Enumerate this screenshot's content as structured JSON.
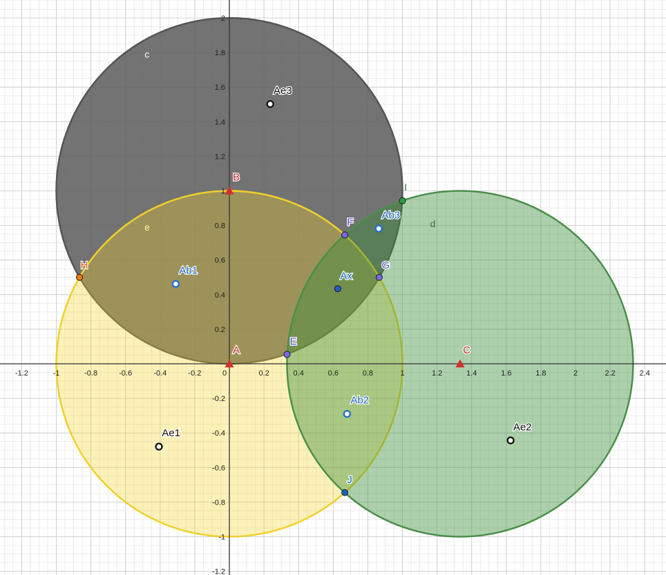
{
  "axes": {
    "xlim": [
      -1.33,
      2.55
    ],
    "ylim": [
      -1.21,
      2.11
    ],
    "major_step": 0.2,
    "minor_step": 0.05,
    "x_ticks": [
      "-1.2",
      "-1",
      "-0.8",
      "-0.6",
      "-0.4",
      "-0.2",
      "0",
      "0.2",
      "0.4",
      "0.6",
      "0.8",
      "1",
      "1.2",
      "1.4",
      "1.6",
      "1.8",
      "2",
      "2.2",
      "2.4"
    ],
    "y_ticks": [
      "-1.2",
      "-1",
      "-0.8",
      "-0.6",
      "-0.4",
      "-0.2",
      "0.2",
      "0.4",
      "0.6",
      "0.8",
      "1",
      "1.2",
      "1.4",
      "1.6",
      "1.8",
      "2"
    ],
    "grid": true
  },
  "circles": [
    {
      "name": "c",
      "label": "c",
      "cx": 0,
      "cy": 1,
      "r": 1,
      "fill": "#606060",
      "fill_opacity": 0.88,
      "stroke": "#555555",
      "label_pos": [
        -0.49,
        1.79
      ],
      "label_color": "#ffffff"
    },
    {
      "name": "e",
      "label": "e",
      "cx": 0,
      "cy": 0,
      "r": 1,
      "fill": "#f7d826",
      "fill_opacity": 0.32,
      "stroke": "#f0d02c",
      "label_pos": [
        -0.49,
        0.79
      ],
      "label_color": "#fff59d"
    },
    {
      "name": "d",
      "label": "d",
      "cx": 1.333,
      "cy": 0,
      "r": 1,
      "fill": "#3a8f3a",
      "fill_opacity": 0.42,
      "stroke": "#4a8f4a",
      "label_pos": [
        1.16,
        0.81
      ],
      "label_color": "#2e7d32"
    }
  ],
  "points": [
    {
      "name": "A",
      "x": 0,
      "y": 0,
      "shape": "triangle",
      "fill": "#d32f2f",
      "label_color": "#c62828",
      "lx": 0.02,
      "ly": 0.06
    },
    {
      "name": "B",
      "x": 0,
      "y": 1,
      "shape": "triangle",
      "fill": "#d32f2f",
      "label_color": "#c62828",
      "lx": 0.02,
      "ly": 1.06
    },
    {
      "name": "C",
      "x": 1.333,
      "y": 0,
      "shape": "triangle",
      "fill": "#d32f2f",
      "label_color": "#c62828",
      "lx": 1.35,
      "ly": 0.06
    },
    {
      "name": "E",
      "x": 0.333,
      "y": 0.054,
      "shape": "dot",
      "fill": "#7b68ee",
      "label_color": "#5e4fd1",
      "lx": 0.35,
      "ly": 0.11
    },
    {
      "name": "F",
      "x": 0.667,
      "y": 0.745,
      "shape": "dot",
      "fill": "#7b68ee",
      "label_color": "#5e4fd1",
      "lx": 0.68,
      "ly": 0.8
    },
    {
      "name": "G",
      "x": 0.866,
      "y": 0.5,
      "shape": "dot",
      "fill": "#7b68ee",
      "label_color": "#5e4fd1",
      "lx": 0.88,
      "ly": 0.55
    },
    {
      "name": "H",
      "x": -0.866,
      "y": 0.5,
      "shape": "dot",
      "fill": "#f57c00",
      "label_color": "#e65100",
      "lx": -0.86,
      "ly": 0.55
    },
    {
      "name": "I",
      "x": 1.0,
      "y": 0.943,
      "shape": "dot",
      "fill": "#2e9d46",
      "label_color": "#2e7d32",
      "lx": 1.01,
      "ly": 1.0
    },
    {
      "name": "J",
      "x": 0.667,
      "y": -0.745,
      "shape": "dot",
      "fill": "#1e63c4",
      "label_color": "#1565c0",
      "lx": 0.68,
      "ly": -0.69
    },
    {
      "name": "Ax",
      "x": 0.626,
      "y": 0.434,
      "shape": "dot",
      "fill": "#1e63c4",
      "label_color": "#1565c0",
      "lx": 0.64,
      "ly": 0.49
    },
    {
      "name": "Ab1",
      "x": -0.31,
      "y": 0.462,
      "shape": "ring",
      "fill": "#1e6fd1",
      "label_color": "#1565c0",
      "lx": -0.29,
      "ly": 0.52
    },
    {
      "name": "Ab2",
      "x": 0.68,
      "y": -0.29,
      "shape": "ring",
      "fill": "#1e6fd1",
      "label_color": "#1565c0",
      "lx": 0.7,
      "ly": -0.23
    },
    {
      "name": "Ab3",
      "x": 0.863,
      "y": 0.782,
      "shape": "ring",
      "fill": "#1e6fd1",
      "label_color": "#1565c0",
      "lx": 0.88,
      "ly": 0.84
    },
    {
      "name": "Ae1",
      "x": -0.407,
      "y": -0.479,
      "shape": "ring",
      "fill": "#111111",
      "label_color": "#111111",
      "lx": -0.39,
      "ly": -0.42
    },
    {
      "name": "Ae2",
      "x": 1.625,
      "y": -0.443,
      "shape": "ring",
      "fill": "#111111",
      "label_color": "#111111",
      "lx": 1.64,
      "ly": -0.385
    },
    {
      "name": "Ae3",
      "x": 0.236,
      "y": 1.502,
      "shape": "ring",
      "fill": "#111111",
      "label_color": "#111111",
      "lx": 0.255,
      "ly": 1.56
    }
  ]
}
